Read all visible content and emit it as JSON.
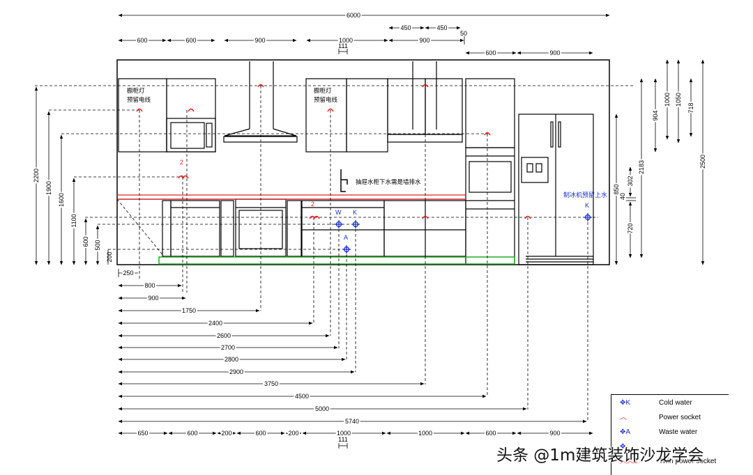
{
  "dimensions": {
    "overall_width": "6000",
    "top_row": [
      "600",
      "600",
      "900",
      "1000",
      "900"
    ],
    "top_row_extra": [
      "450",
      "450",
      "50",
      "111"
    ],
    "top_row_right": [
      "600",
      "900"
    ],
    "bottom_row": [
      "650",
      "600",
      "200",
      "600",
      "200",
      "1000",
      "1000",
      "600",
      "900"
    ],
    "bottom_row_extra": "111",
    "left_heights": [
      "2200",
      "1900",
      "1600",
      "1100",
      "600",
      "500",
      "200"
    ],
    "right_heights": [
      "904",
      "1000",
      "1050",
      "718",
      "2183",
      "2500",
      "850",
      "302",
      "40",
      "720"
    ],
    "horizontal_offsets": [
      "250",
      "800",
      "900",
      "1750",
      "2400",
      "2600",
      "2700",
      "2800",
      "2900",
      "3750",
      "4500",
      "5000",
      "5740"
    ]
  },
  "notes": {
    "cabinet_light_1_line1": "橱柜灯",
    "cabinet_light_1_line2": "预留电线",
    "cabinet_light_2_line1": "橱柜灯",
    "cabinet_light_2_line2": "预留电线",
    "sink_note": "抽屉水柜下水需是墙排水",
    "fridge_note": "制冰机预留上水",
    "mark_2a": "2",
    "mark_2b": "2",
    "mark_w": "W",
    "mark_k": "K",
    "mark_a": "A",
    "mark_k2": "K"
  },
  "legend": {
    "items": [
      {
        "symbol": "K",
        "label": "Cold water"
      },
      {
        "symbol": "",
        "label": "Power socket"
      },
      {
        "symbol": "A",
        "label": "Waste water"
      },
      {
        "symbol": "",
        "label": ""
      },
      {
        "symbol": "2",
        "label": "Twin power socket"
      }
    ]
  },
  "watermark": "头条 @1m建筑装饰沙龙学会",
  "colors": {
    "line": "#000000",
    "power": "#e02020",
    "water": "#1a2ccc",
    "plinth": "#22aa22"
  }
}
